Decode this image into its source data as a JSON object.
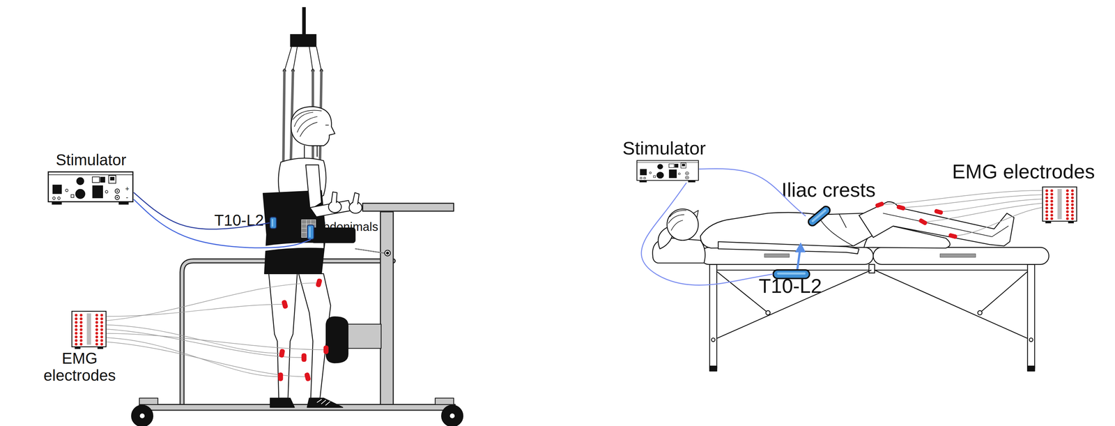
{
  "diagram": {
    "nodes": [
      {
        "text": [
          "Stimulator"
        ]
      },
      {
        "text": [
          "T10-L2"
        ]
      },
      {
        "text": [
          "Abdonimals"
        ]
      },
      {
        "text": [
          "EMG electrodes"
        ]
      },
      {
        "text": [
          "Stimulator"
        ]
      },
      {
        "text": [
          "Iliac crests"
        ]
      },
      {
        "text": [
          "EMG electrodes"
        ]
      },
      {
        "text": [
          "T10-L2"
        ]
      }
    ],
    "edges": [
      {
        "from": 0,
        "to": 1,
        "arrow": "none"
      },
      {
        "from": 0,
        "to": 2,
        "arrow": "none"
      },
      {
        "from": 4,
        "to": 5,
        "arrow": "none"
      },
      {
        "from": 4,
        "to": 7,
        "arrow": "none"
      }
    ],
    "labels": [
      "+",
      "-"
    ]
  }
}
